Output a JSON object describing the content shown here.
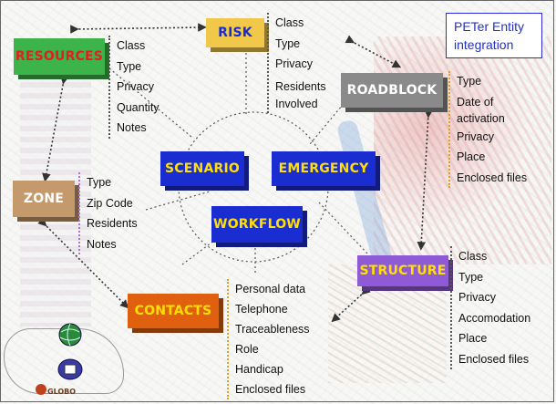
{
  "title_box": {
    "text": "PETer Entity integration",
    "color": "#2230c8"
  },
  "nodes": {
    "resources": {
      "label": "RESOURCES",
      "bg": "#3cb44a",
      "fg": "#e02020"
    },
    "risk": {
      "label": "RISK",
      "bg": "#f2c84a",
      "fg": "#1a2dd0"
    },
    "roadblock": {
      "label": "ROADBLOCK",
      "bg": "#8a8a8a",
      "fg": "#ffffff"
    },
    "zone": {
      "label": "ZONE",
      "bg": "#c49a6c",
      "fg": "#ffffff"
    },
    "scenario": {
      "label": "SCENARIO",
      "bg": "#1a2dd0",
      "fg": "#ffe000"
    },
    "emergency": {
      "label": "EMERGENCY",
      "bg": "#1a2dd0",
      "fg": "#ffe000"
    },
    "workflow": {
      "label": "WORKFLOW",
      "bg": "#1a2dd0",
      "fg": "#ffe000"
    },
    "structure": {
      "label": "STRUCTURE",
      "bg": "#8f5ad6",
      "fg": "#ffe000"
    },
    "contacts": {
      "label": "CONTACTS",
      "bg": "#e06010",
      "fg": "#ffe000"
    }
  },
  "attributes": {
    "resources": [
      "Class",
      "Type",
      "Privacy",
      "Quantity",
      "Notes"
    ],
    "risk": [
      "Class",
      "Type",
      "Privacy",
      "Residents",
      "Involved"
    ],
    "roadblock": [
      "Type",
      "Date of",
      "activation",
      "Privacy",
      "Place",
      "Enclosed files"
    ],
    "zone": [
      "Type",
      "Zip Code",
      "Residents",
      "Notes"
    ],
    "structure": [
      "Class",
      "Type",
      "Privacy",
      "Accomodation",
      "Place",
      "Enclosed files"
    ],
    "contacts": [
      "Personal data",
      "Telephone",
      "Traceableness",
      "Role",
      "Handicap",
      "Enclosed files"
    ]
  },
  "logo": {
    "text": "GLOBO"
  }
}
